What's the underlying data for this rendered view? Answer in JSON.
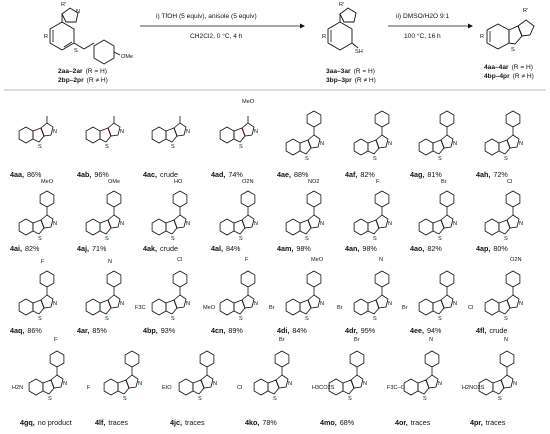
{
  "scheme": {
    "start_label_1": "2aa–2ar",
    "start_label_1_cond": "(R = H)",
    "start_label_2": "2bp–2pr",
    "start_label_2_cond": "(R ≠ H)",
    "step1": "i)  TfOH (5 equiv), anisole (5 equiv)",
    "step1_cond": "CH2Cl2, 0 °C, 4 h",
    "mid_label_1": "3aa–3ar",
    "mid_label_1_cond": "(R = H)",
    "mid_label_2": "3bp–3pr",
    "mid_label_2_cond": "(R ≠ H)",
    "step2": "ii) DMSO/H2O 9:1",
    "step2_cond": "100  °C, 16 h",
    "prod_label_1": "4aa–4ar",
    "prod_label_1_cond": "(R = H)",
    "prod_label_2": "4bp–4pr",
    "prod_label_2_cond": "(R ≠ H)",
    "atoms": {
      "R": "R",
      "Rp": "R'",
      "N": "N",
      "S": "S",
      "SH": "SH",
      "OMe": "OMe"
    }
  },
  "products": [
    {
      "id": "4aa",
      "result": "86%"
    },
    {
      "id": "4ab",
      "result": "96%"
    },
    {
      "id": "4ac",
      "result": "crude"
    },
    {
      "id": "4ad",
      "result": "74%"
    },
    {
      "id": "4ae",
      "result": "88%"
    },
    {
      "id": "4af",
      "result": "82%"
    },
    {
      "id": "4ag",
      "result": "81%"
    },
    {
      "id": "4ah",
      "result": "72%"
    },
    {
      "id": "4ai",
      "result": "82%"
    },
    {
      "id": "4aj",
      "result": "71%"
    },
    {
      "id": "4ak",
      "result": "crude"
    },
    {
      "id": "4al",
      "result": "84%"
    },
    {
      "id": "4am",
      "result": "98%"
    },
    {
      "id": "4an",
      "result": "98%"
    },
    {
      "id": "4ao",
      "result": "82%"
    },
    {
      "id": "4ap",
      "result": "80%"
    },
    {
      "id": "4aq",
      "result": "86%"
    },
    {
      "id": "4ar",
      "result": "85%"
    },
    {
      "id": "4bp",
      "result": "93%"
    },
    {
      "id": "4cn",
      "result": "89%"
    },
    {
      "id": "4di",
      "result": "84%"
    },
    {
      "id": "4dr",
      "result": "95%"
    },
    {
      "id": "4ee",
      "result": "94%"
    },
    {
      "id": "4fl",
      "result": "crude"
    },
    {
      "id": "4gq",
      "result": "no product"
    },
    {
      "id": "4lf",
      "result": "traces"
    },
    {
      "id": "4jc",
      "result": "traces"
    },
    {
      "id": "4ko",
      "result": "78%"
    },
    {
      "id": "4mo",
      "result": "68%"
    },
    {
      "id": "4or",
      "result": "traces"
    },
    {
      "id": "4pr",
      "result": "traces"
    }
  ],
  "substituents": {
    "4ab": "",
    "4ad": "MeO",
    "4ai": "MeO",
    "4aj": "OMe",
    "4ak": "HO",
    "4al": "O2N",
    "4am": "NO2",
    "4an": "F",
    "4ao": "Br",
    "4ap": "Cl",
    "4aq": "F",
    "4ar": "N",
    "4bp_ring": "F3C",
    "4bp_aryl": "Cl",
    "4cn_ring": "MeO",
    "4cn_aryl": "F",
    "4di_ring": "Br",
    "4di_aryl": "MeO",
    "4dr_ring": "Br",
    "4dr_aryl": "N",
    "4ee_ring": "Br",
    "4fl_ring": "Cl",
    "4fl_aryl": "O2N",
    "4gq_ring": "H2N",
    "4gq_aryl": "F",
    "4lf_ring": "F",
    "4jc_ring": "EtO",
    "4ko_ring": "Cl",
    "4ko_aryl": "Br",
    "4mo_ring": "H3CO2S",
    "4mo_aryl": "Br",
    "4or_ring": "F3C–O",
    "4or_aryl": "N",
    "4pr_ring": "H2NO2S",
    "4pr_aryl": "N"
  },
  "colors": {
    "bond": "#111111",
    "highlight_bond": "#d9262c",
    "rule": "#777777"
  }
}
